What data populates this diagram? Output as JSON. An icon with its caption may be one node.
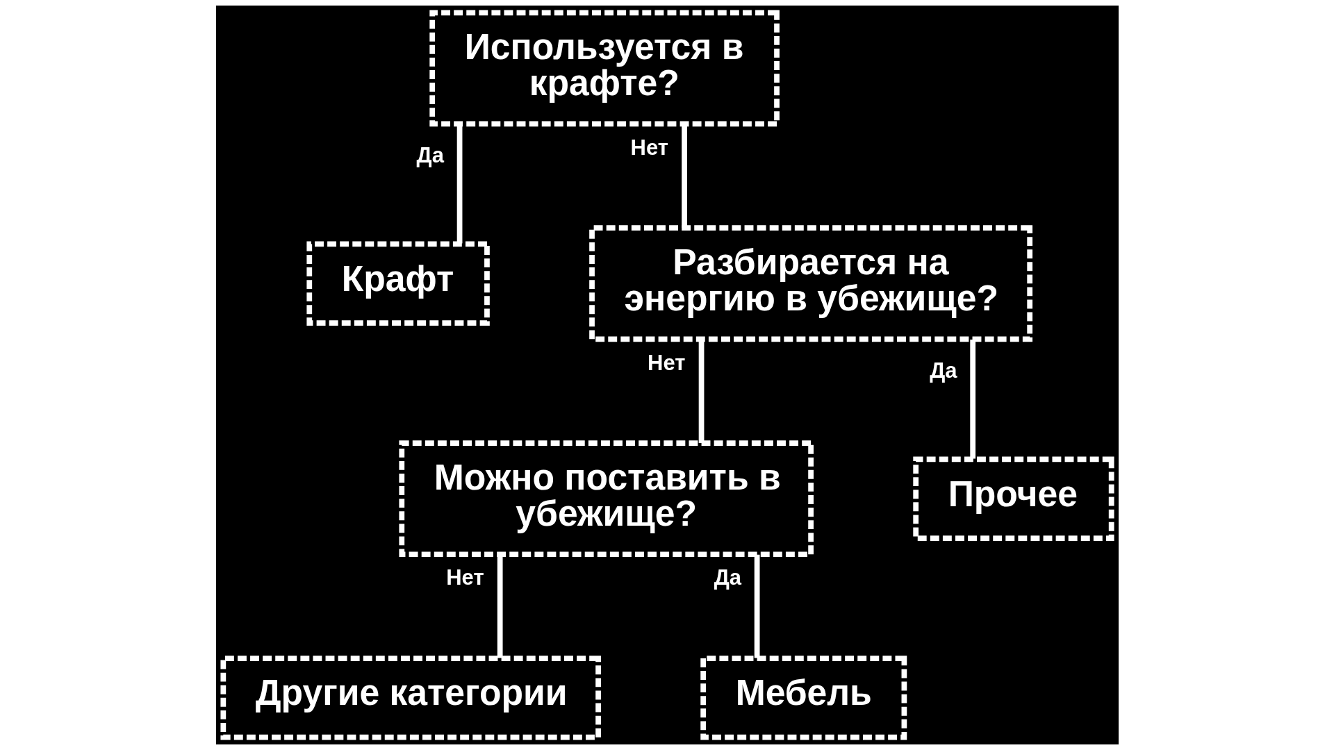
{
  "diagram": {
    "nodes": [
      {
        "text": [
          "Используется в крафте?"
        ]
      },
      {
        "text": [
          "Крафт"
        ]
      },
      {
        "text": [
          "Разбирается на энергию в убежище?"
        ]
      },
      {
        "text": [
          "Можно поставить в убежище?"
        ]
      },
      {
        "text": [
          "Прочее"
        ]
      },
      {
        "text": [
          "Другие категории"
        ]
      },
      {
        "text": [
          "Мебель"
        ]
      }
    ],
    "edges": [
      {
        "from": 0,
        "to": 1,
        "arrow": "none",
        "label": "Да"
      },
      {
        "from": 0,
        "to": 2,
        "arrow": "none",
        "label": "Нет"
      },
      {
        "from": 2,
        "to": 3,
        "arrow": "none",
        "label": "Нет"
      },
      {
        "from": 2,
        "to": 4,
        "arrow": "none",
        "label": "Да"
      },
      {
        "from": 3,
        "to": 5,
        "arrow": "none",
        "label": "Нет"
      },
      {
        "from": 3,
        "to": 6,
        "arrow": "none",
        "label": "Да"
      }
    ]
  }
}
